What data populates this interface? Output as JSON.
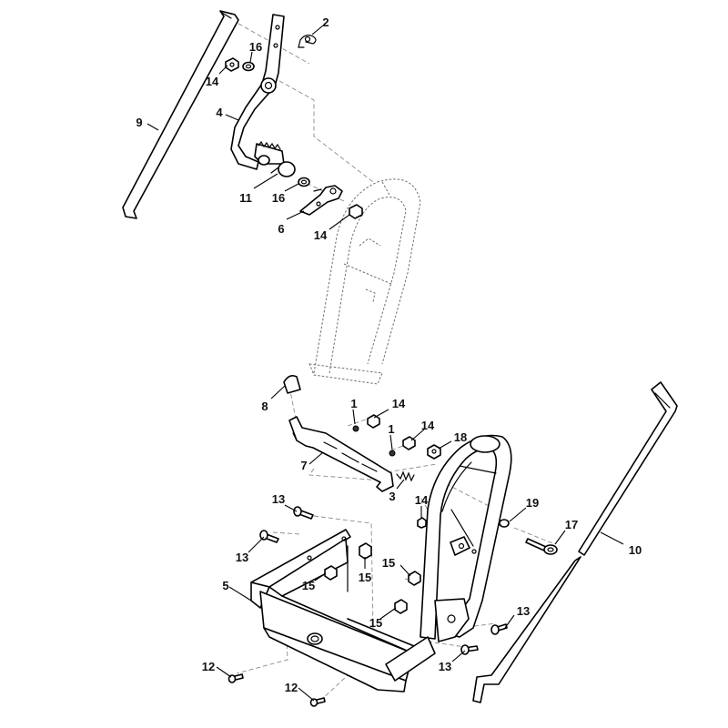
{
  "diagram": {
    "callouts": [
      {
        "id": "c-1a",
        "text": "1"
      },
      {
        "id": "c-1b",
        "text": "1"
      },
      {
        "id": "c-2",
        "text": "2"
      },
      {
        "id": "c-3",
        "text": "3"
      },
      {
        "id": "c-4",
        "text": "4"
      },
      {
        "id": "c-5",
        "text": "5"
      },
      {
        "id": "c-6",
        "text": "6"
      },
      {
        "id": "c-7",
        "text": "7"
      },
      {
        "id": "c-8",
        "text": "8"
      },
      {
        "id": "c-9",
        "text": "9"
      },
      {
        "id": "c-10",
        "text": "10"
      },
      {
        "id": "c-11",
        "text": "11"
      },
      {
        "id": "c-12a",
        "text": "12"
      },
      {
        "id": "c-12b",
        "text": "12"
      },
      {
        "id": "c-13a",
        "text": "13"
      },
      {
        "id": "c-13b",
        "text": "13"
      },
      {
        "id": "c-13c",
        "text": "13"
      },
      {
        "id": "c-13d",
        "text": "13"
      },
      {
        "id": "c-14a",
        "text": "14"
      },
      {
        "id": "c-14b",
        "text": "14"
      },
      {
        "id": "c-14c",
        "text": "14"
      },
      {
        "id": "c-14d",
        "text": "14"
      },
      {
        "id": "c-14e",
        "text": "14"
      },
      {
        "id": "c-15a",
        "text": "15"
      },
      {
        "id": "c-15b",
        "text": "15"
      },
      {
        "id": "c-15c",
        "text": "15"
      },
      {
        "id": "c-15d",
        "text": "15"
      },
      {
        "id": "c-16a",
        "text": "16"
      },
      {
        "id": "c-16b",
        "text": "16"
      },
      {
        "id": "c-17",
        "text": "17"
      },
      {
        "id": "c-18",
        "text": "18"
      },
      {
        "id": "c-19",
        "text": "19"
      }
    ]
  }
}
